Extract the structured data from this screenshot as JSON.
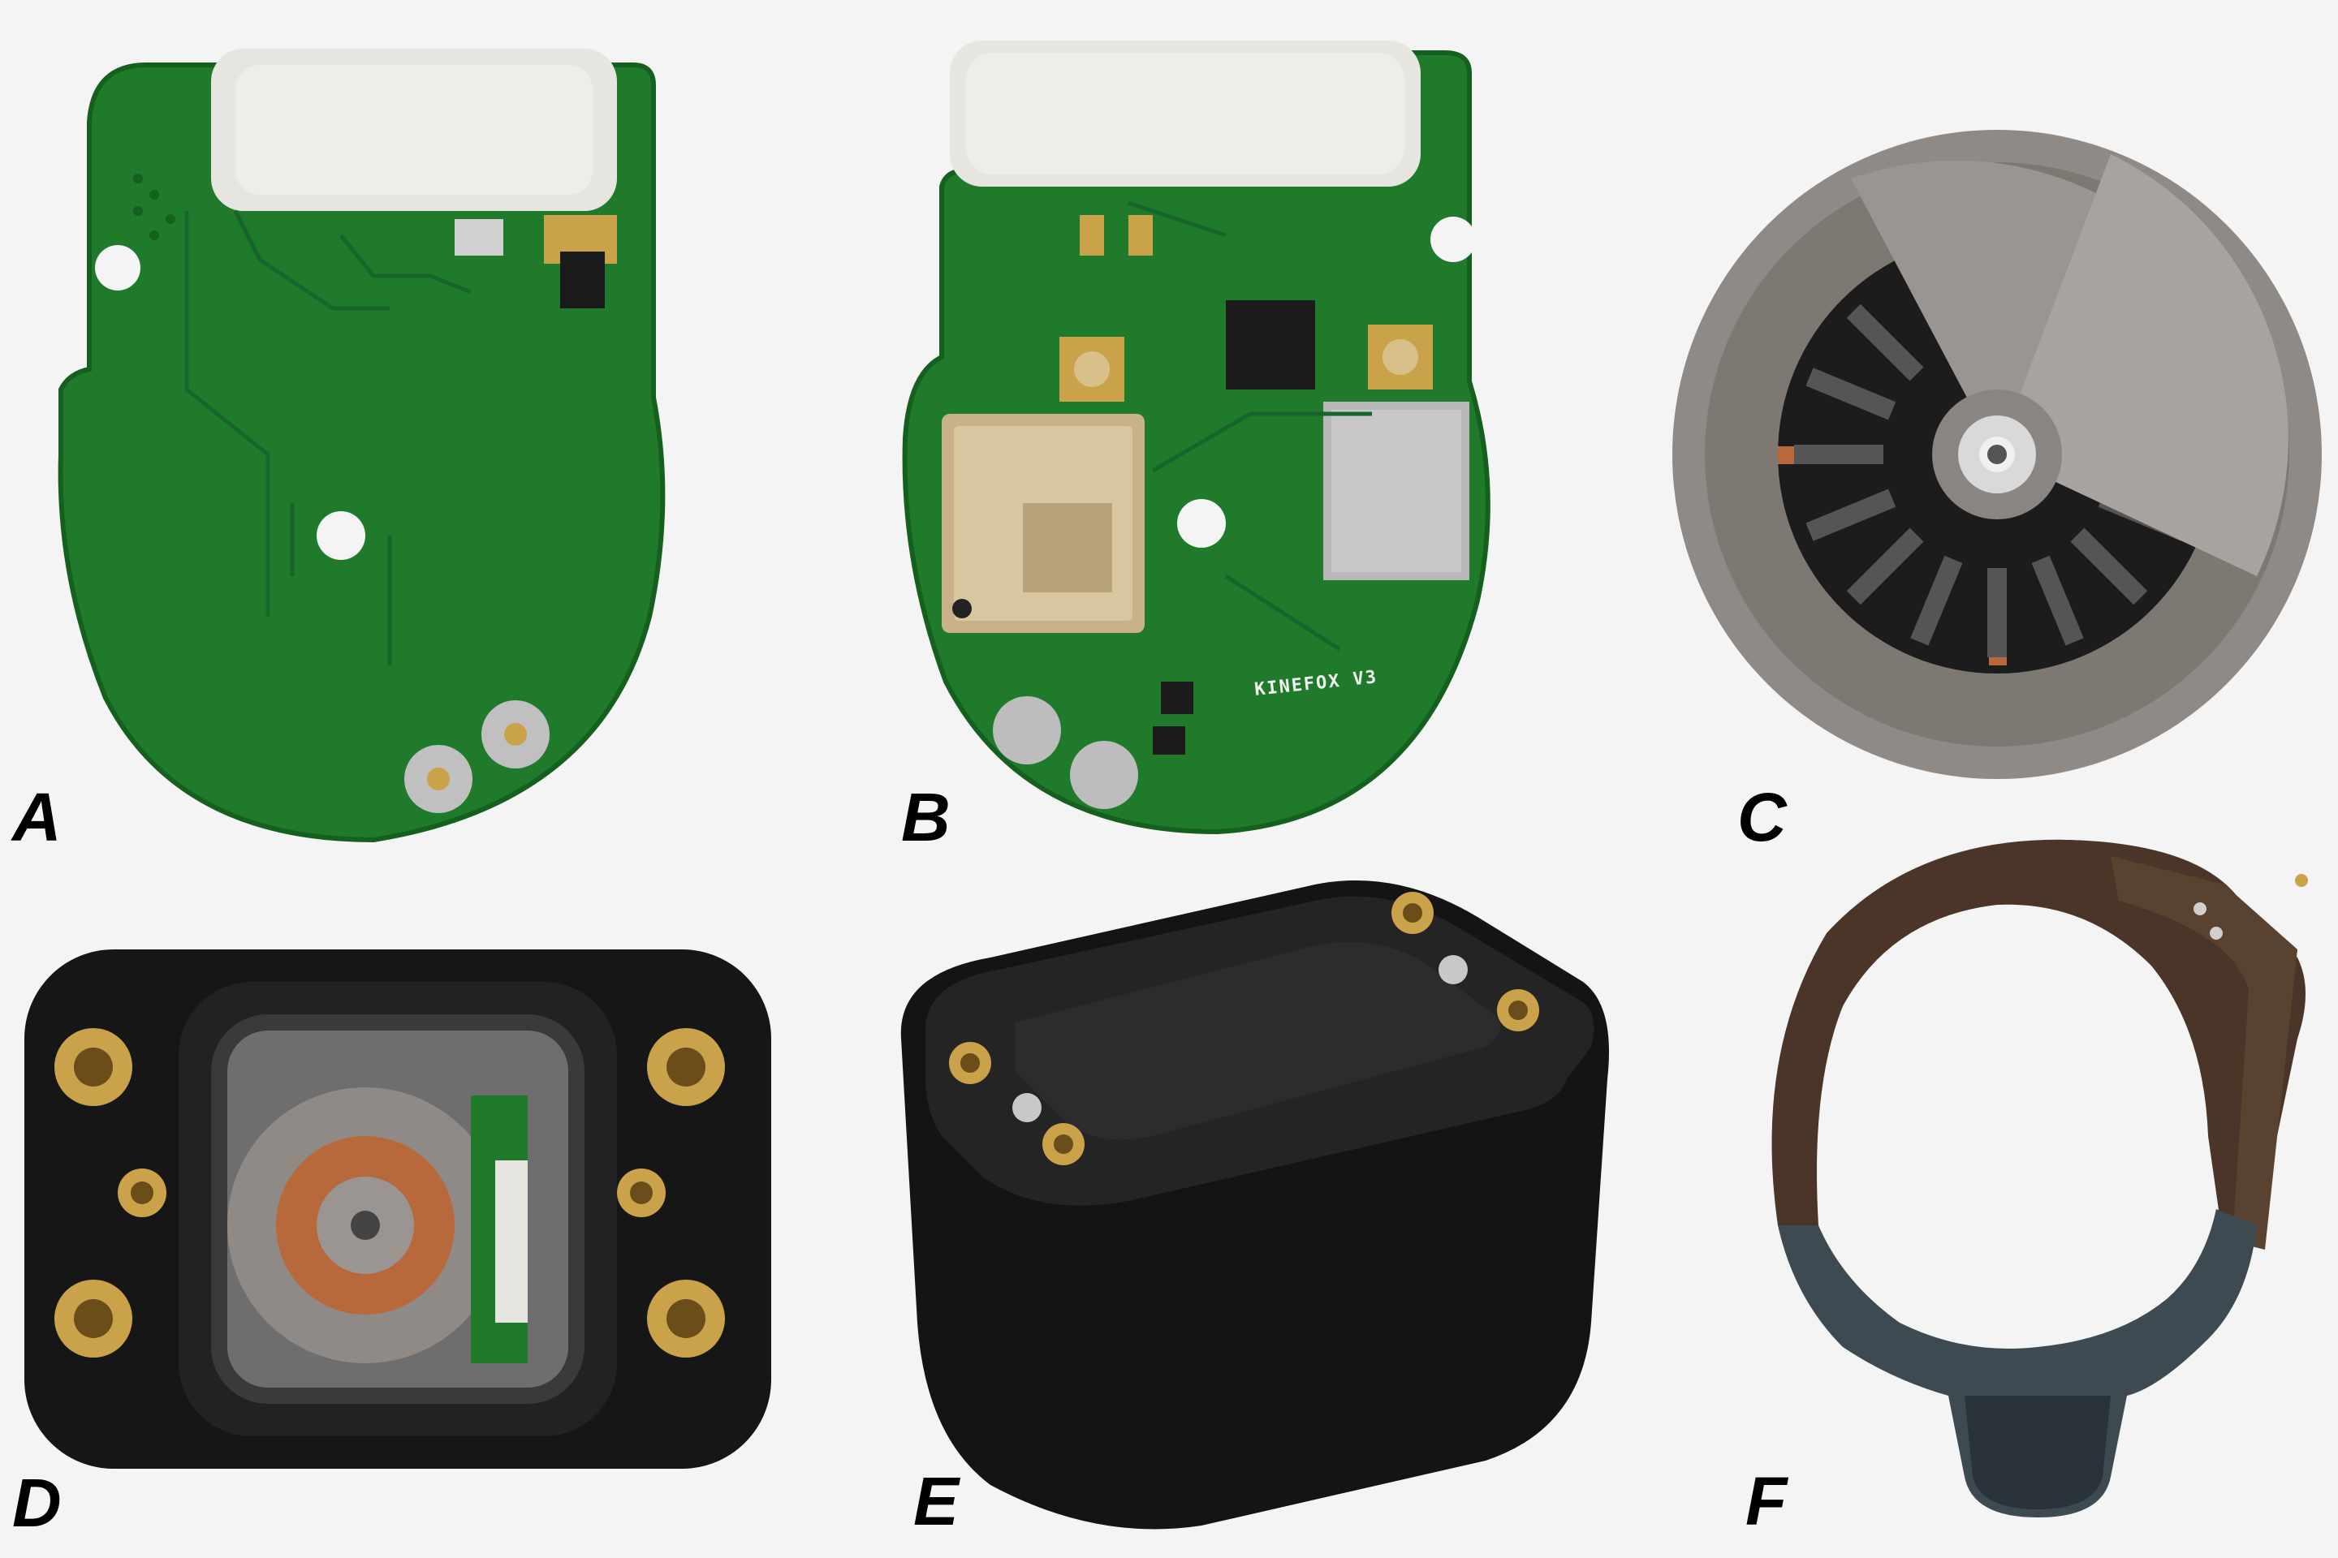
{
  "panels": [
    {
      "id": "A",
      "label": "A"
    },
    {
      "id": "B",
      "label": "B",
      "board_text": "KINEFOX V3"
    },
    {
      "id": "C",
      "label": "C"
    },
    {
      "id": "D",
      "label": "D"
    },
    {
      "id": "E",
      "label": "E"
    },
    {
      "id": "F",
      "label": "F"
    }
  ],
  "colors": {
    "background": "#f4f4f4",
    "pcb_green": "#1f7a2c",
    "housing_black": "#161616",
    "brass": "#c9a24a",
    "motor_steel": "#8f8a85",
    "copper": "#b8693c",
    "strap_brown": "#4a3528",
    "strap_grey": "#3e4a52"
  }
}
